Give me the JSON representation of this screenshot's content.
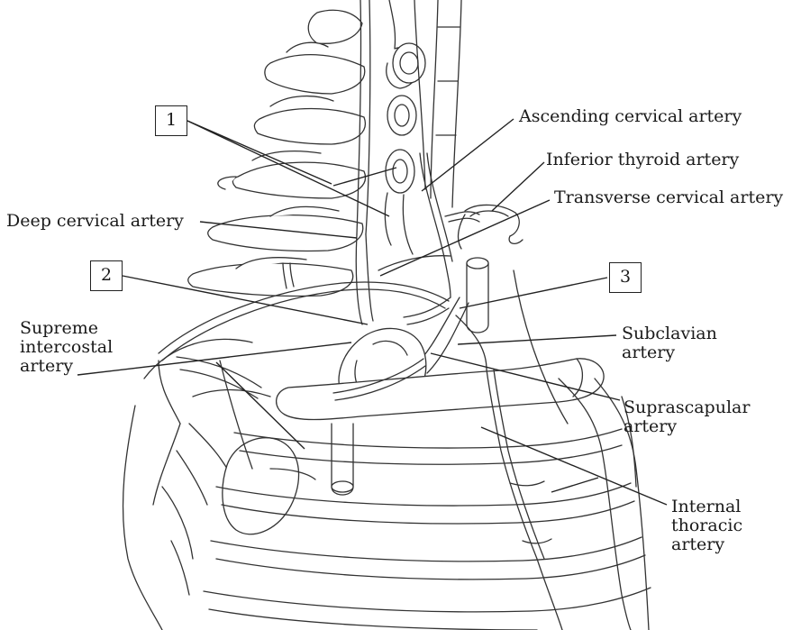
{
  "figure": {
    "number_labels": [
      "1",
      "2",
      "3"
    ],
    "labels": {
      "ascending_cervical": "Ascending cervical artery",
      "inferior_thyroid": "Inferior thyroid artery",
      "transverse_cervical": "Transverse cervical artery",
      "deep_cervical": "Deep cervical artery",
      "supreme_intercostal": "Supreme intercostal artery",
      "subclavian": "Subclavian artery",
      "suprascapular": "Suprascapular artery",
      "internal_thoracic": "Internal thoracic artery"
    }
  }
}
